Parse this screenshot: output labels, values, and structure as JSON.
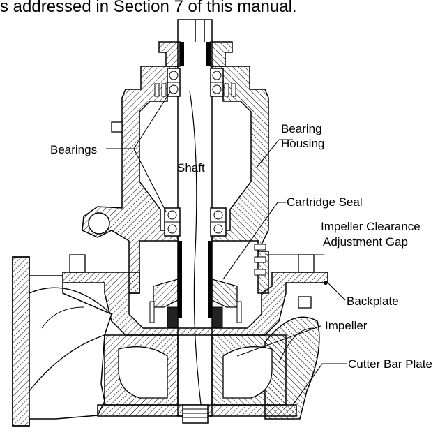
{
  "caption": "s addressed in Section 7 of this manual.",
  "labels": {
    "bearings": "Bearings",
    "bearing_housing_1": "Bearing",
    "bearing_housing_2": "Housing",
    "shaft": "Shaft",
    "cartridge_seal": "Cartridge Seal",
    "impeller_clearance_1": "Impeller Clearance",
    "impeller_clearance_2": "Adjustment Gap",
    "backplate": "Backplate",
    "impeller": "Impeller",
    "cutter_bar_plate": "Cutter Bar Plate"
  },
  "colors": {
    "line": "#000000",
    "background": "#ffffff"
  }
}
